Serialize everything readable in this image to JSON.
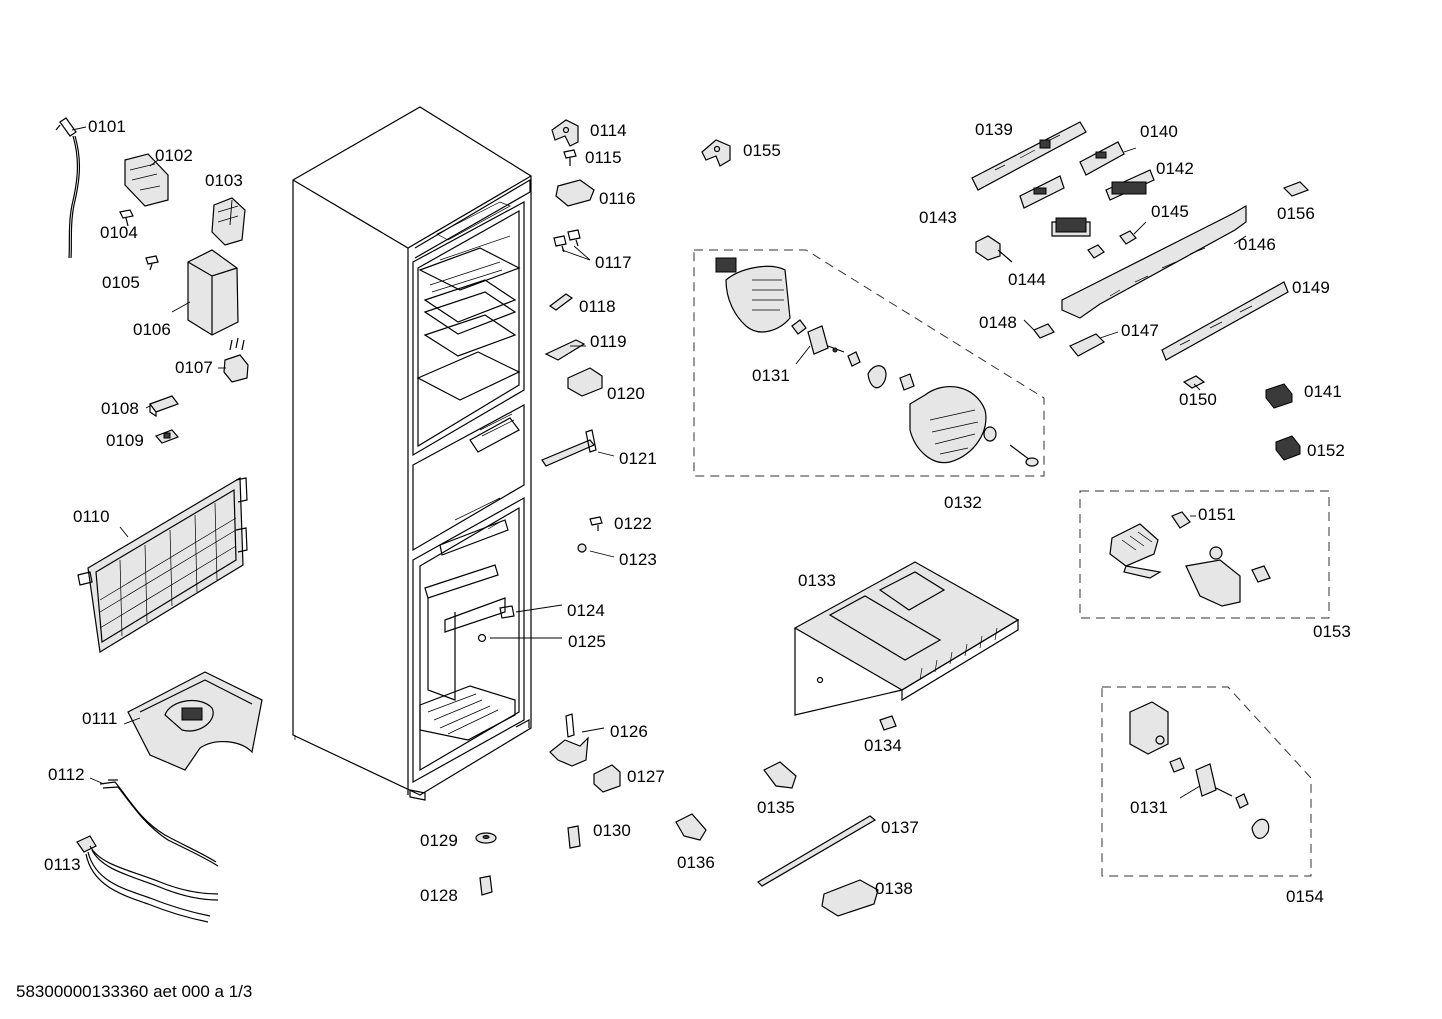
{
  "labels": {
    "p0101": "0101",
    "p0102": "0102",
    "p0103": "0103",
    "p0104": "0104",
    "p0105": "0105",
    "p0106": "0106",
    "p0107": "0107",
    "p0108": "0108",
    "p0109": "0109",
    "p0110": "0110",
    "p0111": "0111",
    "p0112": "0112",
    "p0113": "0113",
    "p0114": "0114",
    "p0115": "0115",
    "p0116": "0116",
    "p0117": "0117",
    "p0118": "0118",
    "p0119": "0119",
    "p0120": "0120",
    "p0121": "0121",
    "p0122": "0122",
    "p0123": "0123",
    "p0124": "0124",
    "p0125": "0125",
    "p0126": "0126",
    "p0127": "0127",
    "p0128": "0128",
    "p0129": "0129",
    "p0130": "0130",
    "p0131a": "0131",
    "p0131b": "0131",
    "p0132": "0132",
    "p0133": "0133",
    "p0134": "0134",
    "p0135": "0135",
    "p0136": "0136",
    "p0137": "0137",
    "p0138": "0138",
    "p0139": "0139",
    "p0140": "0140",
    "p0141": "0141",
    "p0142": "0142",
    "p0143": "0143",
    "p0144": "0144",
    "p0145": "0145",
    "p0146": "0146",
    "p0147": "0147",
    "p0148": "0148",
    "p0149": "0149",
    "p0150": "0150",
    "p0151": "0151",
    "p0152": "0152",
    "p0153": "0153",
    "p0154": "0154",
    "p0155": "0155",
    "p0156": "0156"
  },
  "footer": "58300000133360 aet 000 a 1/3"
}
